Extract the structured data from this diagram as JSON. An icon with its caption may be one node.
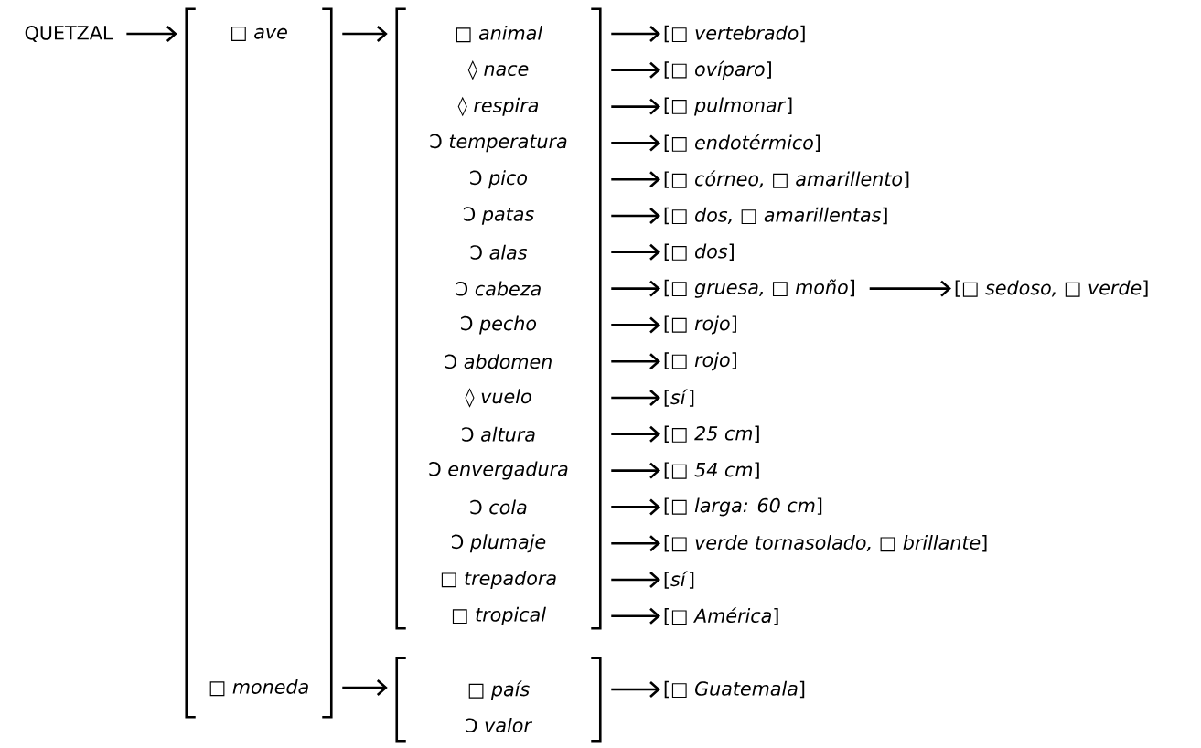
{
  "diagram": {
    "nodes": [
      {
        "text": [
          "QUETZAL"
        ]
      },
      {
        "text": [],
        "shape": "bracket"
      },
      {
        "text": [
          "□ *ave*"
        ],
        "in": 1
      },
      {
        "text": [
          "□ *moneda*"
        ],
        "in": 1
      },
      {
        "text": [],
        "shape": "bracket"
      },
      {
        "text": [
          "□ *animal*"
        ],
        "in": 4
      },
      {
        "text": [
          "◊ *nace*"
        ],
        "in": 4
      },
      {
        "text": [
          "◊ *respira*"
        ],
        "in": 4
      },
      {
        "text": [
          "Ɔ *temperatura*"
        ],
        "in": 4
      },
      {
        "text": [
          "Ɔ *pico*"
        ],
        "in": 4
      },
      {
        "text": [
          "Ɔ *patas*"
        ],
        "in": 4
      },
      {
        "text": [
          "Ɔ *alas*"
        ],
        "in": 4
      },
      {
        "text": [
          "Ɔ *cabeza*"
        ],
        "in": 4
      },
      {
        "text": [
          "Ɔ *pecho*"
        ],
        "in": 4
      },
      {
        "text": [
          "Ɔ *abdomen*"
        ],
        "in": 4
      },
      {
        "text": [
          "◊ *vuelo*"
        ],
        "in": 4
      },
      {
        "text": [
          "Ɔ *altura*"
        ],
        "in": 4
      },
      {
        "text": [
          "Ɔ *envergadura*"
        ],
        "in": 4
      },
      {
        "text": [
          "Ɔ *cola*"
        ],
        "in": 4
      },
      {
        "text": [
          "Ɔ *plumaje*"
        ],
        "in": 4
      },
      {
        "text": [
          "□ *trepadora*"
        ],
        "in": 4
      },
      {
        "text": [
          "□ *tropical*"
        ],
        "in": 4
      },
      {
        "text": [],
        "shape": "bracket"
      },
      {
        "text": [
          "□ *país*"
        ],
        "in": 22
      },
      {
        "text": [
          "Ɔ *valor*"
        ],
        "in": 22
      },
      {
        "text": [
          "[*□ vertebrado*]"
        ]
      },
      {
        "text": [
          "[*□ ovíparo*]"
        ]
      },
      {
        "text": [
          "[*□ pulmonar*]"
        ]
      },
      {
        "text": [
          "[*□ endotérmico*]"
        ]
      },
      {
        "text": [
          "[*□ córneo, □ amarillento*]"
        ]
      },
      {
        "text": [
          "[*□ dos, □ amarillentas*]"
        ]
      },
      {
        "text": [
          "[*□ dos*]"
        ]
      },
      {
        "text": [
          "[*□ gruesa, □ moño*]"
        ]
      },
      {
        "text": [
          "[*□ rojo*]"
        ]
      },
      {
        "text": [
          "[*□ rojo*]"
        ]
      },
      {
        "text": [
          "[*sí*]"
        ]
      },
      {
        "text": [
          "[*□ 25 cm*]"
        ]
      },
      {
        "text": [
          "[*□ 54 cm*]"
        ]
      },
      {
        "text": [
          "[*□ larga: 60 cm*]"
        ]
      },
      {
        "text": [
          "[*□ verde tornasolado, □ brillante*]"
        ]
      },
      {
        "text": [
          "[*sí*]"
        ]
      },
      {
        "text": [
          "[*□ América*]"
        ]
      },
      {
        "text": [
          "[*□ sedoso, □ verde*]"
        ]
      },
      {
        "text": [
          "[*□ Guatemala*]"
        ]
      }
    ],
    "edges": [
      {
        "from": 0,
        "to": 1,
        "arrow": "to"
      },
      {
        "from": 2,
        "to": 4,
        "arrow": "to"
      },
      {
        "from": 3,
        "to": 22,
        "arrow": "to"
      },
      {
        "from": 4,
        "to": 25,
        "arrow": "to"
      },
      {
        "from": 4,
        "to": 26,
        "arrow": "to"
      },
      {
        "from": 4,
        "to": 27,
        "arrow": "to"
      },
      {
        "from": 4,
        "to": 28,
        "arrow": "to"
      },
      {
        "from": 4,
        "to": 29,
        "arrow": "to"
      },
      {
        "from": 4,
        "to": 30,
        "arrow": "to"
      },
      {
        "from": 4,
        "to": 31,
        "arrow": "to"
      },
      {
        "from": 4,
        "to": 32,
        "arrow": "to"
      },
      {
        "from": 4,
        "to": 33,
        "arrow": "to"
      },
      {
        "from": 4,
        "to": 34,
        "arrow": "to"
      },
      {
        "from": 4,
        "to": 35,
        "arrow": "to"
      },
      {
        "from": 4,
        "to": 36,
        "arrow": "to"
      },
      {
        "from": 4,
        "to": 37,
        "arrow": "to"
      },
      {
        "from": 4,
        "to": 38,
        "arrow": "to"
      },
      {
        "from": 4,
        "to": 39,
        "arrow": "to"
      },
      {
        "from": 4,
        "to": 40,
        "arrow": "to"
      },
      {
        "from": 4,
        "to": 41,
        "arrow": "to"
      },
      {
        "from": 32,
        "to": 42,
        "arrow": "to"
      },
      {
        "from": 22,
        "to": 43,
        "arrow": "to"
      }
    ]
  }
}
